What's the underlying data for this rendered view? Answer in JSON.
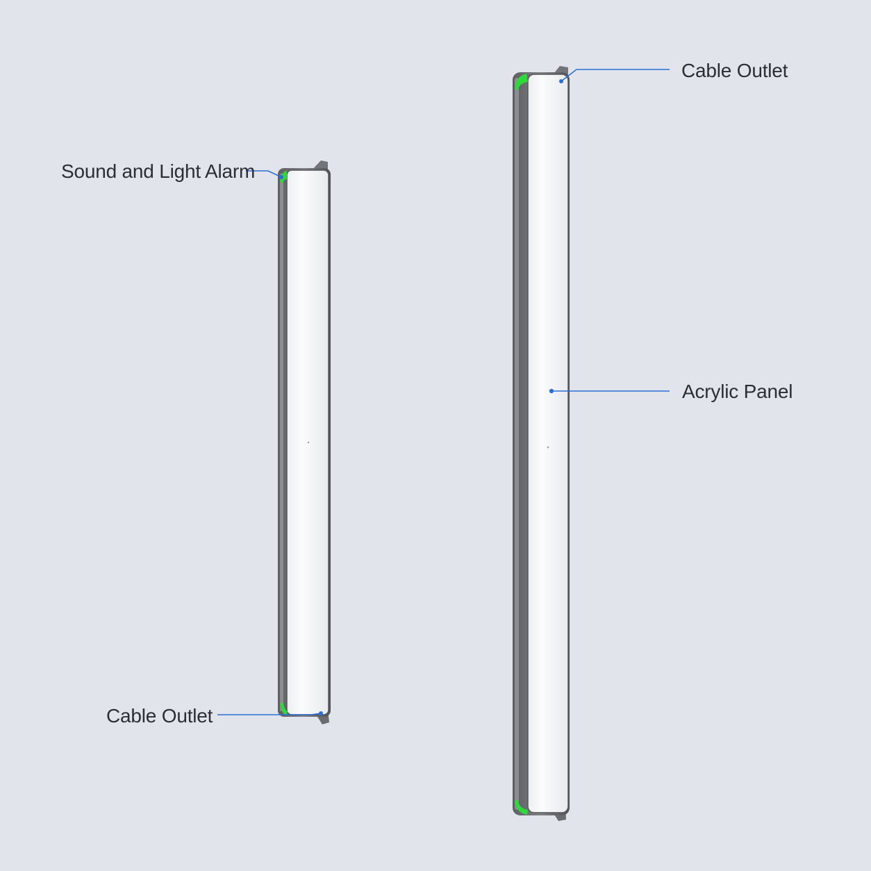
{
  "labels": {
    "sound_light_alarm": "Sound and Light Alarm",
    "cable_outlet_left": "Cable Outlet",
    "cable_outlet_right": "Cable Outlet",
    "acrylic_panel": "Acrylic Panel"
  },
  "colors": {
    "background": "#e1e4ea",
    "leader_line": "#2a6fd6",
    "frame": "#6d6f73",
    "panel": "#f7f8f9",
    "indicator": "#2fd93c",
    "text": "#2b2e33"
  },
  "components": {
    "left_device": "bar-device-short",
    "right_device": "bar-device-long"
  }
}
